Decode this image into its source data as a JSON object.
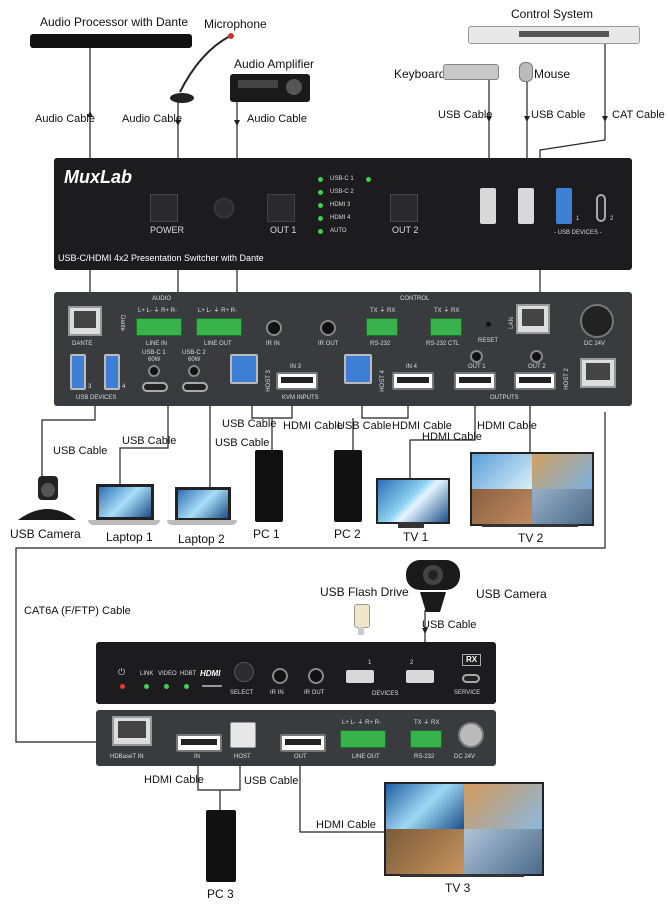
{
  "devices": {
    "audio_processor": "Audio Processor with Dante",
    "microphone": "Microphone",
    "audio_amplifier": "Audio Amplifier",
    "control_system": "Control System",
    "keyboard": "Keyboard",
    "mouse": "Mouse",
    "usb_camera_1": "USB Camera",
    "laptop_1": "Laptop 1",
    "laptop_2": "Laptop 2",
    "pc_1": "PC 1",
    "pc_2": "PC 2",
    "tv_1": "TV 1",
    "tv_2": "TV 2",
    "usb_flash_drive": "USB Flash Drive",
    "usb_camera_2": "USB Camera",
    "pc_3": "PC 3",
    "tv_3": "TV 3"
  },
  "cables": {
    "audio": "Audio Cable",
    "usb": "USB Cable",
    "cat": "CAT Cable",
    "hdmi": "HDMI Cable",
    "cat6a": "CAT6A (F/FTP) Cable"
  },
  "switcher": {
    "brand": "MuxLab",
    "product_name": "USB-C/HDMI 4x2 Presentation Switcher with Dante",
    "front": {
      "power": "POWER",
      "out1": "OUT 1",
      "out2": "OUT 2",
      "sources": [
        "USB-C 1",
        "USB-C 2",
        "HDMI 3",
        "HDMI 4",
        "AUTO"
      ],
      "usb_devices": "- USB DEVICES -",
      "port1": "1",
      "port2": "2"
    },
    "rear": {
      "audio": "AUDIO",
      "control": "CONTROL",
      "dante": "DANTE",
      "dante_logo": "Dante",
      "line_in": "LINE IN",
      "line_out": "LINE OUT",
      "line_pins": "L+ L- ⏚ R+ R-",
      "ir_in": "IR IN",
      "ir_out": "IR OUT",
      "rs232": "RS-232",
      "rs232_ctl": "RS-232 CTL",
      "txrx": "TX ⏚ RX",
      "reset": "RESET",
      "lan": "LAN",
      "dc": "DC 24V",
      "usb_devices": "USB DEVICES",
      "usbc1": "USB-C 1",
      "usbc2": "USB-C 2",
      "watt": "60W",
      "host3": "HOST 3",
      "host4": "HOST 4",
      "in3": "IN 3",
      "in4": "IN 4",
      "out1": "OUT 1",
      "out2": "OUT 2",
      "host2": "HOST 2",
      "kvm_inputs": "KVM INPUTS",
      "outputs": "OUTPUTS",
      "n3": "3",
      "n4": "4"
    }
  },
  "receiver": {
    "front": {
      "link": "LINK",
      "video": "VIDEO",
      "hdbt": "HDBT",
      "hdmi_logo": "HDMI",
      "select": "SELECT",
      "ir_in": "IR IN",
      "ir_out": "IR OUT",
      "devices": "DEVICES",
      "port1": "1",
      "port2": "2",
      "rx": "RX",
      "service": "SERVICE"
    },
    "rear": {
      "hdbaset_in": "HDBaseT IN",
      "in": "IN",
      "host": "HOST",
      "out": "OUT",
      "line_out": "LINE OUT",
      "line_pins": "L+ L- ⏚ R+ R-",
      "rs232": "RS-232",
      "txrx": "TX ⏚ RX",
      "dc": "DC 24V"
    }
  },
  "colors": {
    "panel_dark": "#1c1c1e",
    "panel_gray": "#3a3b3e",
    "terminal_green": "#38b24a",
    "usb_blue": "#3d7fd4",
    "led_green": "#3fcf4f",
    "led_red": "#e53935"
  }
}
